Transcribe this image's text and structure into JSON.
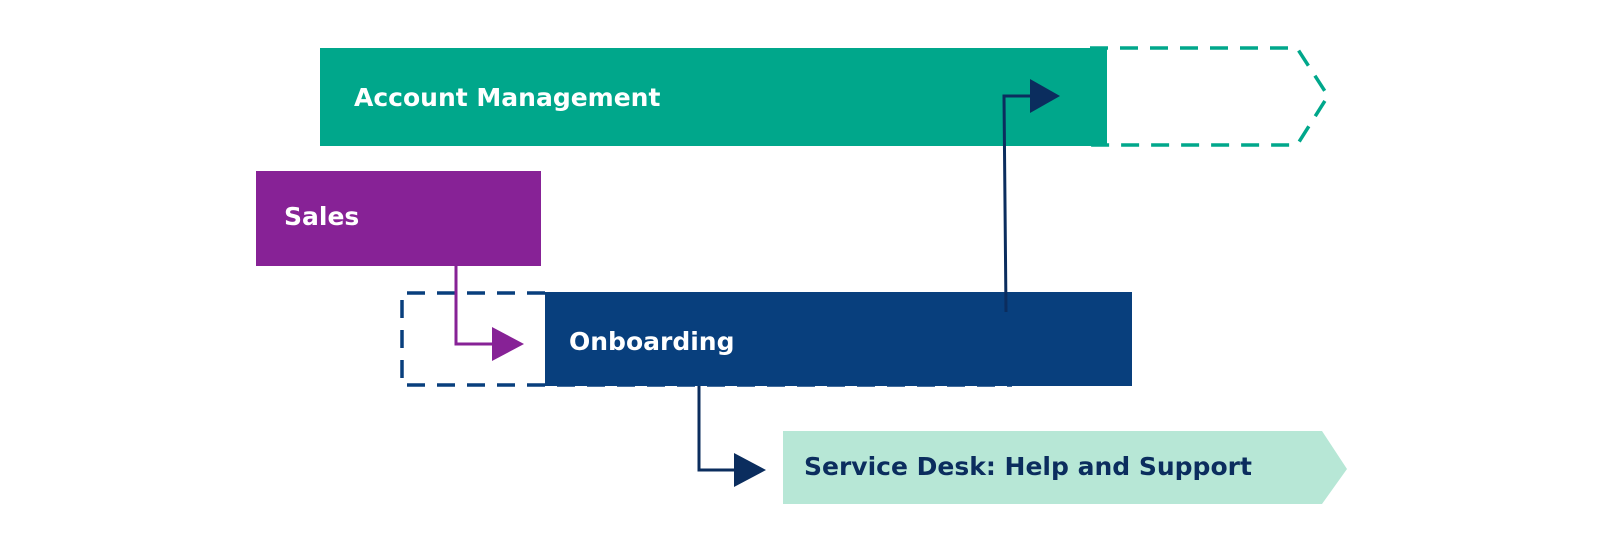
{
  "stages": {
    "account_management": {
      "label": "Account Management",
      "fill": "#00a78b",
      "text_color": "#ffffff"
    },
    "sales": {
      "label": "Sales",
      "fill": "#872296",
      "text_color": "#ffffff"
    },
    "onboarding": {
      "label": "Onboarding",
      "fill": "#083f7d",
      "text_color": "#ffffff"
    },
    "service_desk": {
      "label": "Service Desk: Help and Support",
      "fill": "#b7e7d6",
      "text_color": "#0b2d5e"
    }
  },
  "outlines": {
    "account_dashed": "#00a78b",
    "onboarding_dashed": "#083f7d"
  },
  "connectors": {
    "sales_to_onboarding": "#872296",
    "onboarding_to_account": "#0b2d5e",
    "onboarding_to_service": "#0b2d5e"
  }
}
